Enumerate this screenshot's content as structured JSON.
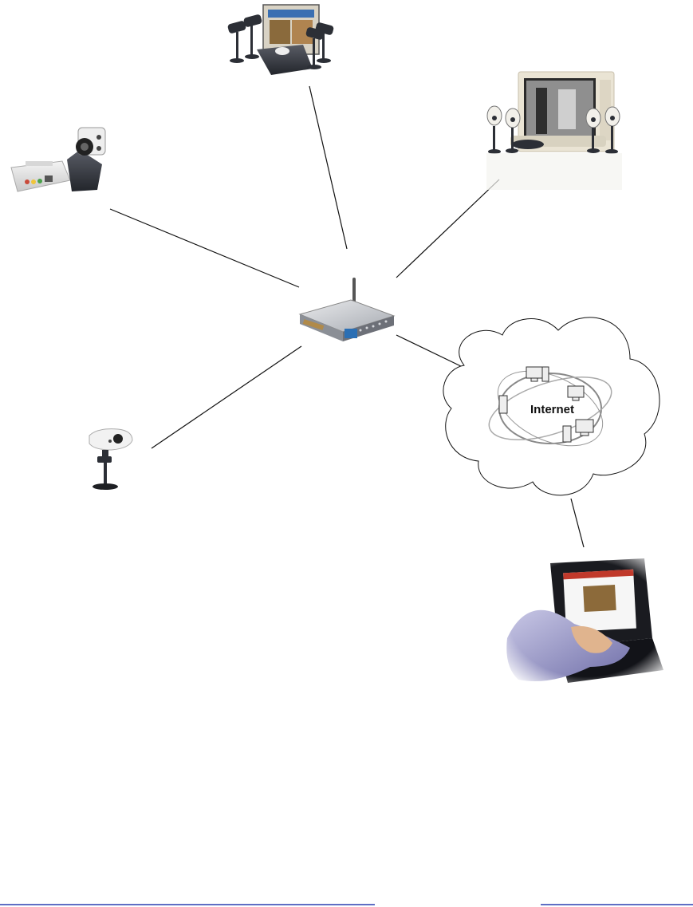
{
  "diagram": {
    "internet_label": "Internet",
    "nodes": [
      {
        "id": "nvr-kit",
        "icon": "nvr-camera-kit-icon"
      },
      {
        "id": "dvr-monitor",
        "icon": "dvr-monitor-kit-icon"
      },
      {
        "id": "usb-webcam",
        "icon": "usb-webcam-server-icon"
      },
      {
        "id": "wireless-router",
        "icon": "wireless-router-icon"
      },
      {
        "id": "ip-camera",
        "icon": "ip-camera-icon"
      },
      {
        "id": "internet-cloud",
        "icon": "internet-cloud-icon"
      },
      {
        "id": "laptop-user",
        "icon": "laptop-user-icon"
      }
    ],
    "links": [
      [
        "nvr-kit",
        "wireless-router"
      ],
      [
        "dvr-monitor",
        "wireless-router"
      ],
      [
        "usb-webcam",
        "wireless-router"
      ],
      [
        "ip-camera",
        "wireless-router"
      ],
      [
        "wireless-router",
        "internet-cloud"
      ],
      [
        "internet-cloud",
        "laptop-user"
      ]
    ]
  },
  "colors": {
    "line": "#111111",
    "footer_rule": "#2a3fb0"
  }
}
